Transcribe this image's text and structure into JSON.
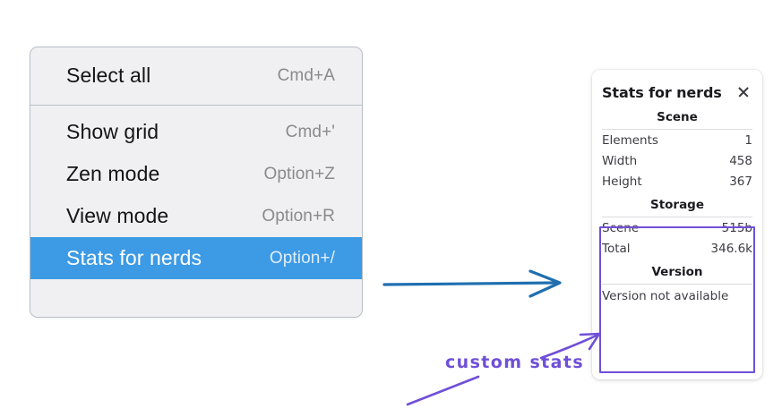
{
  "context_menu": {
    "groups": [
      {
        "items": [
          {
            "label": "Select all",
            "shortcut": "Cmd+A",
            "selected": false
          }
        ]
      },
      {
        "items": [
          {
            "label": "Show grid",
            "shortcut": "Cmd+'",
            "selected": false
          },
          {
            "label": "Zen mode",
            "shortcut": "Option+Z",
            "selected": false
          },
          {
            "label": "View mode",
            "shortcut": "Option+R",
            "selected": false
          },
          {
            "label": "Stats for nerds",
            "shortcut": "Option+/",
            "selected": true
          }
        ]
      }
    ],
    "highlight_color": "#3d9ae4",
    "background_color": "#f0f0f2"
  },
  "stats_panel": {
    "title": "Stats for nerds",
    "close_icon": "close-icon",
    "sections": [
      {
        "heading": "Scene",
        "rows": [
          {
            "label": "Elements",
            "value": "1"
          },
          {
            "label": "Width",
            "value": "458"
          },
          {
            "label": "Height",
            "value": "367"
          }
        ]
      },
      {
        "heading": "Storage",
        "rows": [
          {
            "label": "Scene",
            "value": "515b"
          },
          {
            "label": "Total",
            "value": "346.6k"
          }
        ]
      },
      {
        "heading": "Version",
        "full_rows": [
          "Version not available"
        ]
      }
    ]
  },
  "annotations": {
    "custom_stats_label": "custom stats",
    "accent_purple": "#6f4fd8",
    "accent_blue": "#1f6fb0"
  }
}
